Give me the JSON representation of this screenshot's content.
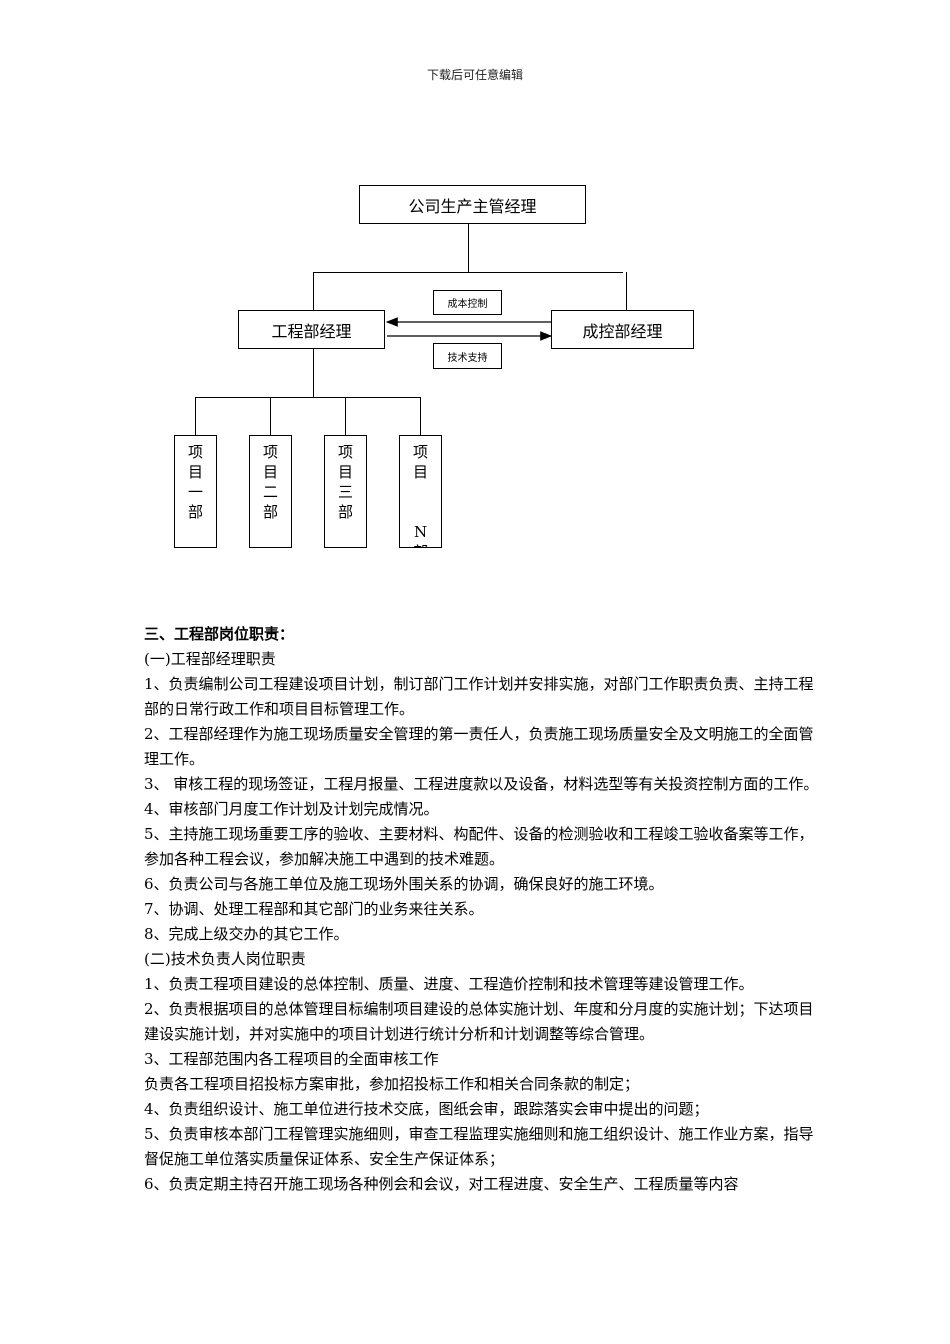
{
  "header_note": "下载后可任意编辑",
  "org_chart": {
    "top": "公司生产主管经理",
    "left": "工程部经理",
    "right": "成控部经理",
    "link_top": "成本控制",
    "link_bottom": "技术支持",
    "projects": [
      [
        "项",
        "目",
        "一",
        "部"
      ],
      [
        "项",
        "目",
        "二",
        "部"
      ],
      [
        "项",
        "目",
        "三",
        "部"
      ],
      [
        "项",
        "目",
        "",
        "",
        "N",
        "部"
      ]
    ]
  },
  "content": {
    "section_title": "三、工程部岗位职责：",
    "lines": [
      "(一)工程部经理职责",
      "1、负责编制公司工程建设项目计划，制订部门工作计划并安排实施，对部门工作职责负责、主持工程部的日常行政工作和项目目标管理工作。",
      "2、工程部经理作为施工现场质量安全管理的第一责任人，负责施工现场质量安全及文明施工的全面管理工作。",
      "3、 审核工程的现场签证，工程月报量、工程进度款以及设备，材料选型等有关投资控制方面的工作。",
      "4、审核部门月度工作计划及计划完成情况。",
      "5、主持施工现场重要工序的验收、主要材料、构配件、设备的检测验收和工程竣工验收备案等工作，参加各种工程会议，参加解决施工中遇到的技术难题。",
      "6、负责公司与各施工单位及施工现场外围关系的协调，确保良好的施工环境。",
      "7、协调、处理工程部和其它部门的业务来往关系。",
      "8、完成上级交办的其它工作。",
      "(二)技术负责人岗位职责",
      "1、负责工程项目建设的总体控制、质量、进度、工程造价控制和技术管理等建设管理工作。",
      "2、负责根据项目的总体管理目标编制项目建设的总体实施计划、年度和分月度的实施计划；下达项目建设实施计划，并对实施中的项目计划进行统计分析和计划调整等综合管理。",
      "3、工程部范围内各工程项目的全面审核工作",
      "负责各工程项目招投标方案审批，参加招投标工作和相关合同条款的制定；",
      "4、负责组织设计、施工单位进行技术交底，图纸会审，跟踪落实会审中提出的问题；",
      "5、负责审核本部门工程管理实施细则，审查工程监理实施细则和施工组织设计、施工作业方案，指导督促施工单位落实质量保证体系、安全生产保证体系；",
      "6、负责定期主持召开施工现场各种例会和会议，对工程进度、安全生产、工程质量等内容"
    ]
  }
}
